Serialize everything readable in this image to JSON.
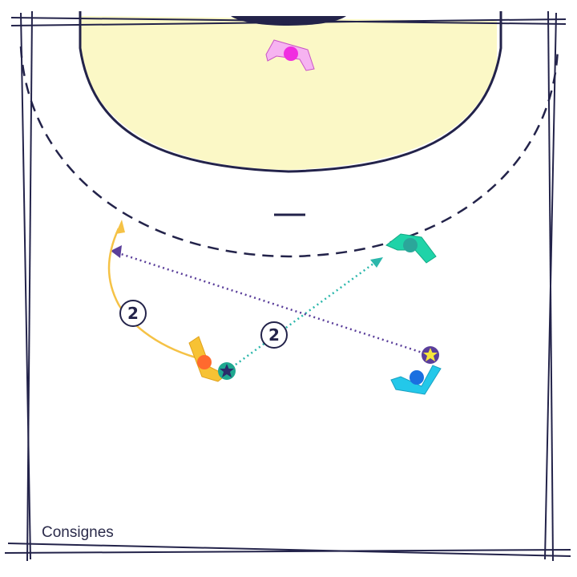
{
  "caption": "Consignes",
  "colors": {
    "line": "#23234a",
    "goal_area": "#fbf8c6",
    "goalkeeper": "#f08ee8",
    "player_orange": "#ff6a2e",
    "player_orange_body": "#f7c234",
    "player_teal": "#2bb79e",
    "player_teal_body": "#1fd3a8",
    "player_blue": "#1a6fe0",
    "player_blue_body": "#23c8ea",
    "ball_dark": "#2b2b6a",
    "ball_yellow": "#f7e73a"
  },
  "annotations": {
    "run_number": "2",
    "pass_number": "2"
  },
  "icons": [
    "goalkeeper-marker",
    "player-marker",
    "ball-star-icon",
    "arrow-icon"
  ]
}
